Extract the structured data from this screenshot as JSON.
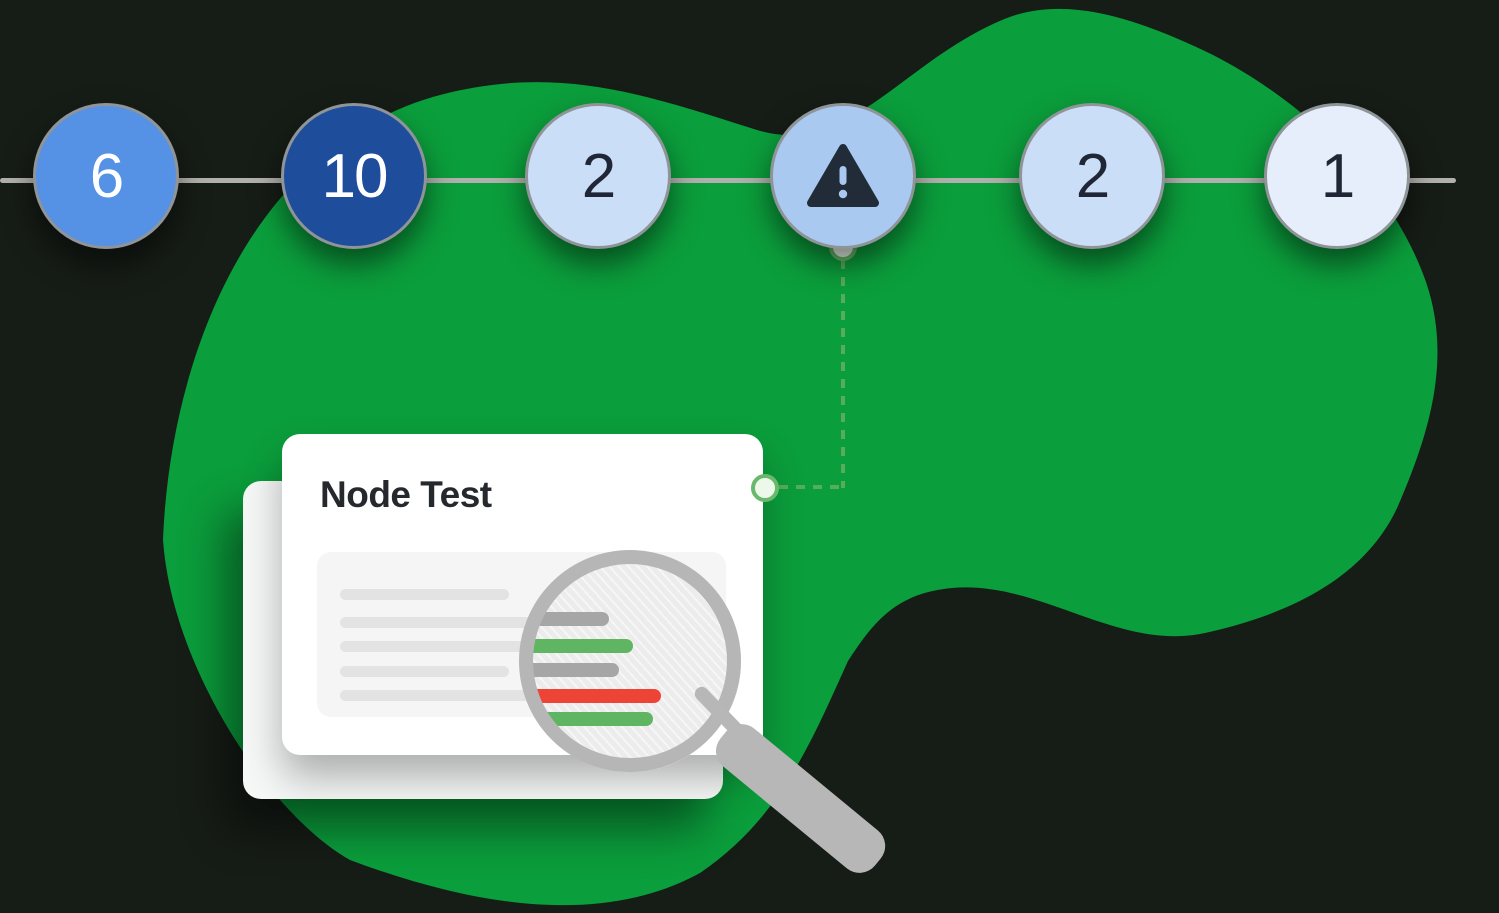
{
  "background": {
    "canvas_color": "#161c16",
    "blob_color": "#0b9e3c"
  },
  "timeline": {
    "line_color": "#b2b0ac",
    "nodes": [
      {
        "label": "6",
        "fill": "#5591e4",
        "text_color": "#ffffff"
      },
      {
        "label": "10",
        "fill": "#1d4d9b",
        "text_color": "#ffffff"
      },
      {
        "label": "2",
        "fill": "#cbdef7",
        "text_color": "#202636"
      },
      {
        "label": "",
        "icon": "warning-triangle-icon",
        "fill": "#a9c9f0",
        "icon_color": "#222c39"
      },
      {
        "label": "2",
        "fill": "#cbdef7",
        "text_color": "#202636"
      },
      {
        "label": "1",
        "fill": "#e6eefb",
        "text_color": "#202636"
      }
    ]
  },
  "connector": {
    "line_color": "#57ad5a",
    "endpoint_fill": "#ebf8ea",
    "endpoint_border": "#68b96b"
  },
  "card": {
    "title": "Node Test",
    "front_color": "#ffffff",
    "back_color": "#f6f8f7",
    "panel_color": "#f5f5f5",
    "skeleton_line_color": "#e3e3e3",
    "skeleton_line_count": 5
  },
  "magnifier": {
    "ring_color": "#b6b6b6",
    "glass_color": "#ececec",
    "handle_color": "#b7b7b7",
    "result_bars": [
      {
        "status": "neutral",
        "color": "#a6a6a6"
      },
      {
        "status": "pass",
        "color": "#5fb562"
      },
      {
        "status": "neutral",
        "color": "#a6a6a6"
      },
      {
        "status": "fail",
        "color": "#ee4337"
      },
      {
        "status": "pass",
        "color": "#5fb562"
      }
    ]
  }
}
